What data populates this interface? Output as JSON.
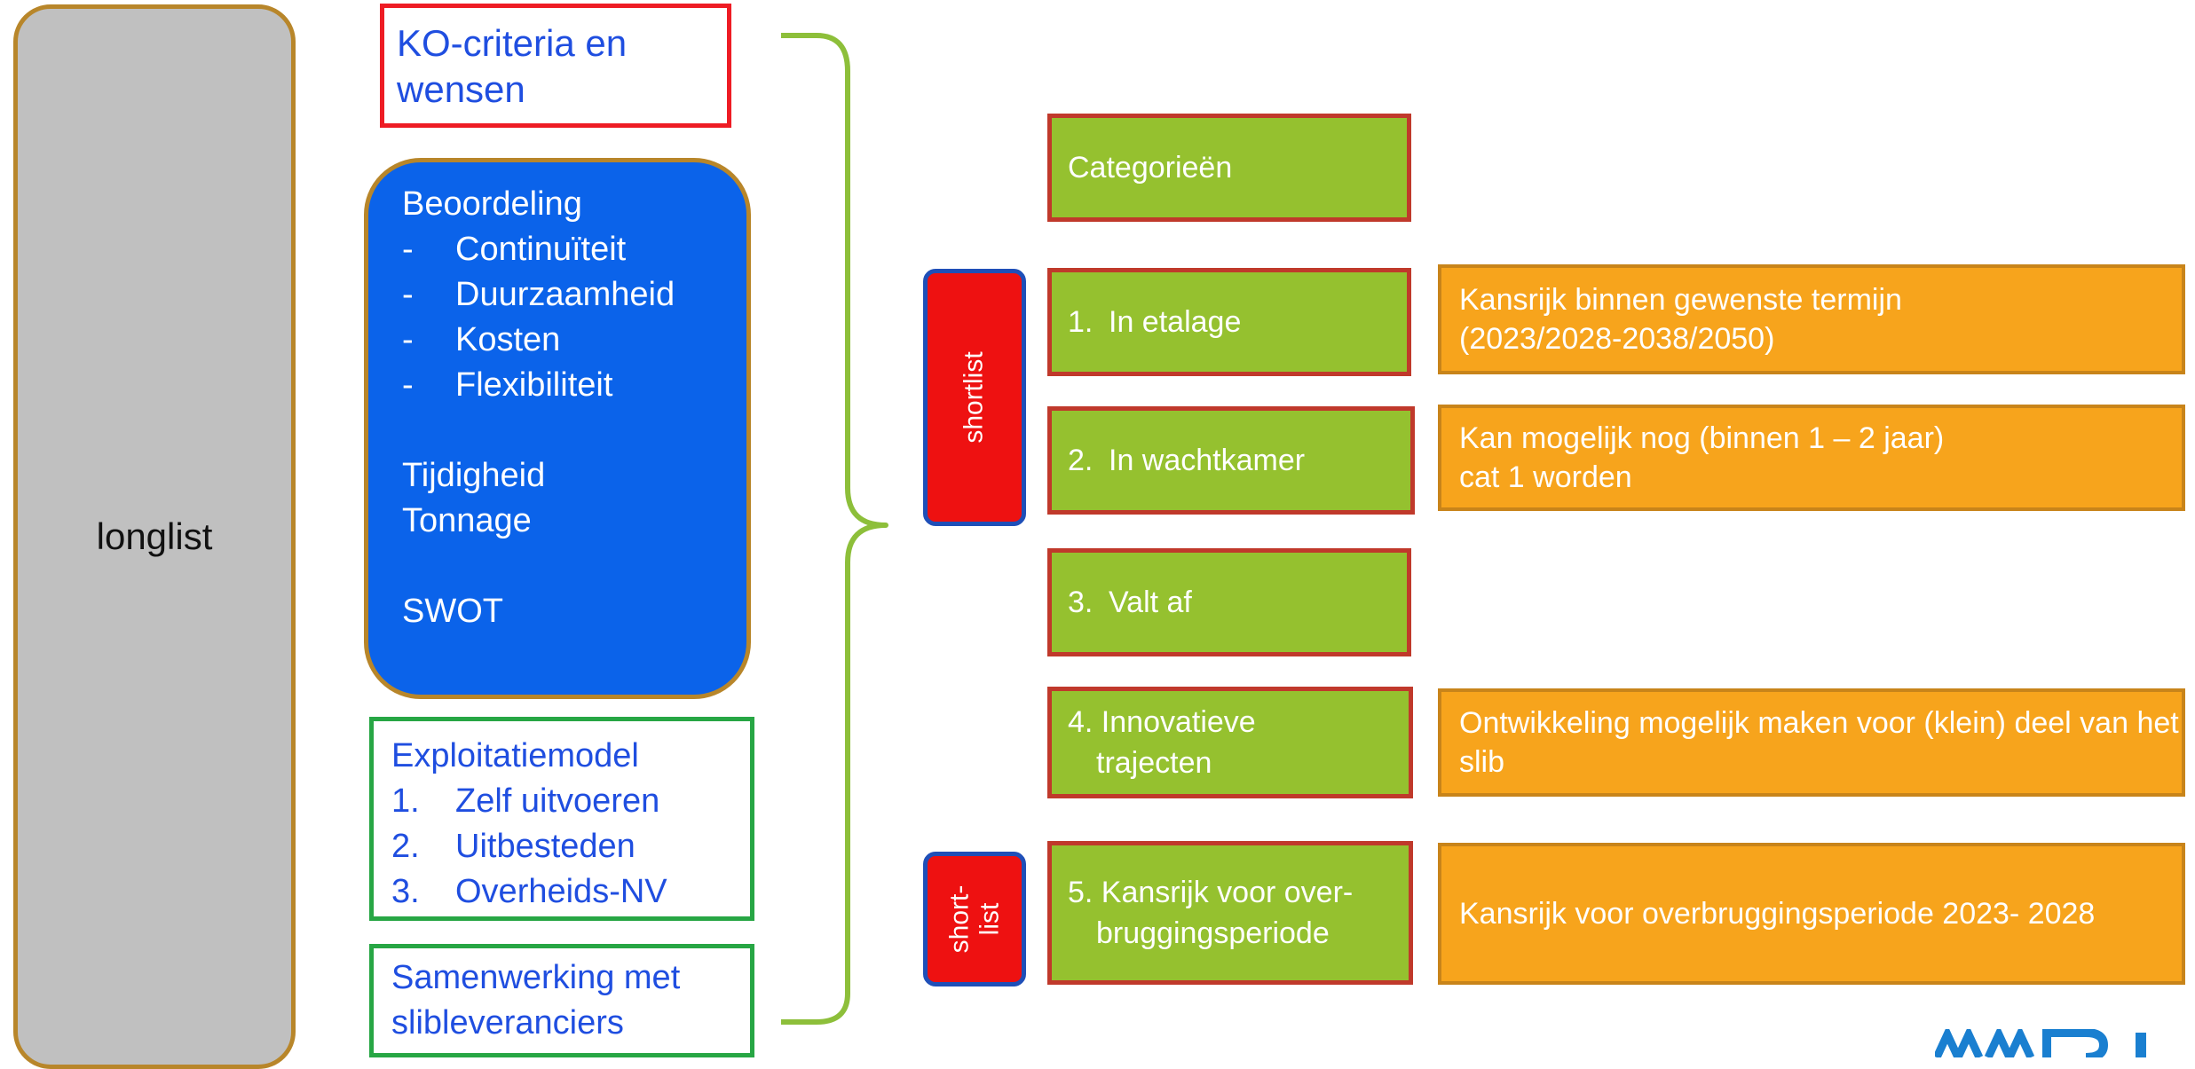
{
  "longlist": {
    "label": "longlist"
  },
  "ko_box": {
    "lines": [
      "KO-criteria en",
      "wensen"
    ]
  },
  "beoordeling": {
    "title": "Beoordeling",
    "items": [
      "Continuïteit",
      "Duurzaamheid",
      "Kosten",
      "Flexibiliteit"
    ],
    "extra_a": [
      "Tijdigheid",
      "Tonnage"
    ],
    "extra_b": "SWOT"
  },
  "exploitatiemodel": {
    "title": "Exploitatiemodel",
    "items": [
      {
        "num": "1.",
        "label": "Zelf uitvoeren"
      },
      {
        "num": "2.",
        "label": "Uitbesteden"
      },
      {
        "num": "3.",
        "label": "Overheids-NV"
      }
    ]
  },
  "samenwerking": {
    "lines": [
      "Samenwerking met",
      "slibleveranciers"
    ]
  },
  "shortlist_tags": [
    {
      "lines": [
        "shortlist"
      ]
    },
    {
      "lines": [
        "short-",
        "list"
      ]
    }
  ],
  "categories": {
    "header": "Categorieën",
    "items": [
      {
        "num": "1.",
        "label": "In etalage"
      },
      {
        "num": "2.",
        "label": "In wachtkamer"
      },
      {
        "num": "3.",
        "label": "Valt af"
      },
      {
        "lines": [
          "4. Innovatieve",
          "trajecten"
        ]
      },
      {
        "lines": [
          "5. Kansrijk voor over-",
          "bruggingsperiode"
        ]
      }
    ]
  },
  "descriptions": {
    "cat1": [
      "Kansrijk binnen gewenste termijn",
      "(2023/2028-2038/2050)"
    ],
    "cat2": [
      "Kan mogelijk nog (binnen 1 – 2 jaar)",
      "cat 1 worden"
    ],
    "cat4": [
      "Ontwikkeling mogelijk maken voor (klein) deel van het",
      "slib"
    ],
    "cat5": [
      "Kansrijk voor overbruggingsperiode 2023- 2028"
    ]
  },
  "colors": {
    "longlist_fill": "#c0c0c0",
    "frame_brown": "#b8862a",
    "blue_fill": "#0b63ea",
    "blue_text": "#1f4ee0",
    "ko_border": "#ee1c24",
    "green_border": "#27a644",
    "bracket": "#8dbf3a",
    "category_fill": "#95c12f",
    "category_border": "#c0392b",
    "shortlist_fill": "#ee1111",
    "description_fill": "#f7a41c",
    "logo_blue": "#1a7fd0"
  },
  "icons": {
    "logo": "partial-brand-logo"
  }
}
